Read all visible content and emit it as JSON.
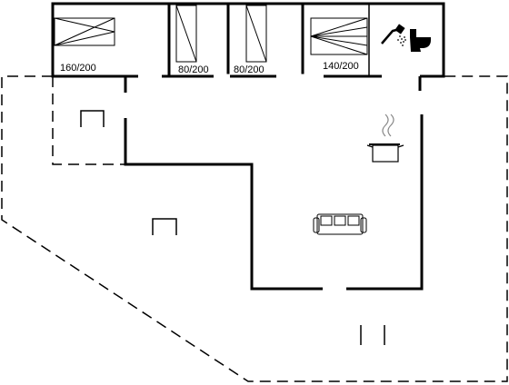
{
  "beds": [
    {
      "id": "bed-160",
      "label": "160/200"
    },
    {
      "id": "bed-80-a",
      "label": "80/200"
    },
    {
      "id": "bed-80-b",
      "label": "80/200"
    },
    {
      "id": "bed-140",
      "label": "140/200"
    }
  ],
  "icons": {
    "shower": "shower-icon",
    "toilet": "toilet-icon",
    "kitchen": "cooking-pot-icon",
    "sofa": "sofa-icon",
    "chairs": "chair-icon"
  },
  "colors": {
    "wall": "#000000",
    "background": "#ffffff"
  }
}
